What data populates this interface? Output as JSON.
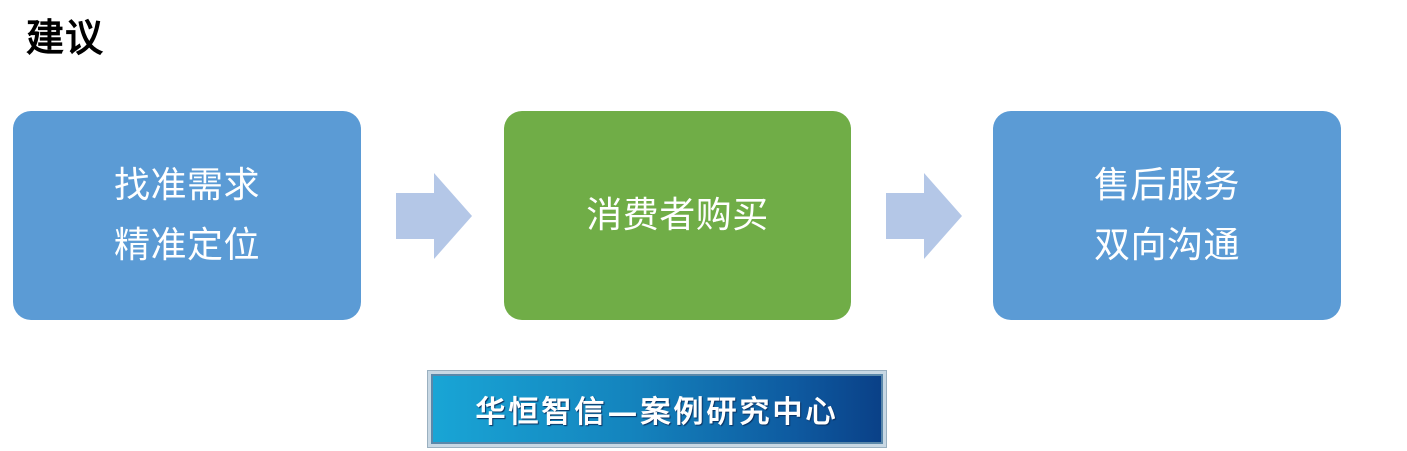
{
  "heading": "建议",
  "steps": [
    {
      "lines": [
        "找准需求",
        "精准定位"
      ]
    },
    {
      "lines": [
        "消费者购买"
      ]
    },
    {
      "lines": [
        "售后服务",
        "双向沟通"
      ]
    }
  ],
  "banner": "华恒智信—案例研究中心",
  "colors": {
    "step_blue": "#5b9bd5",
    "step_green": "#70ad47",
    "arrow": "#b4c7e7",
    "banner_start": "#19a6d6",
    "banner_end": "#0a3f86"
  }
}
